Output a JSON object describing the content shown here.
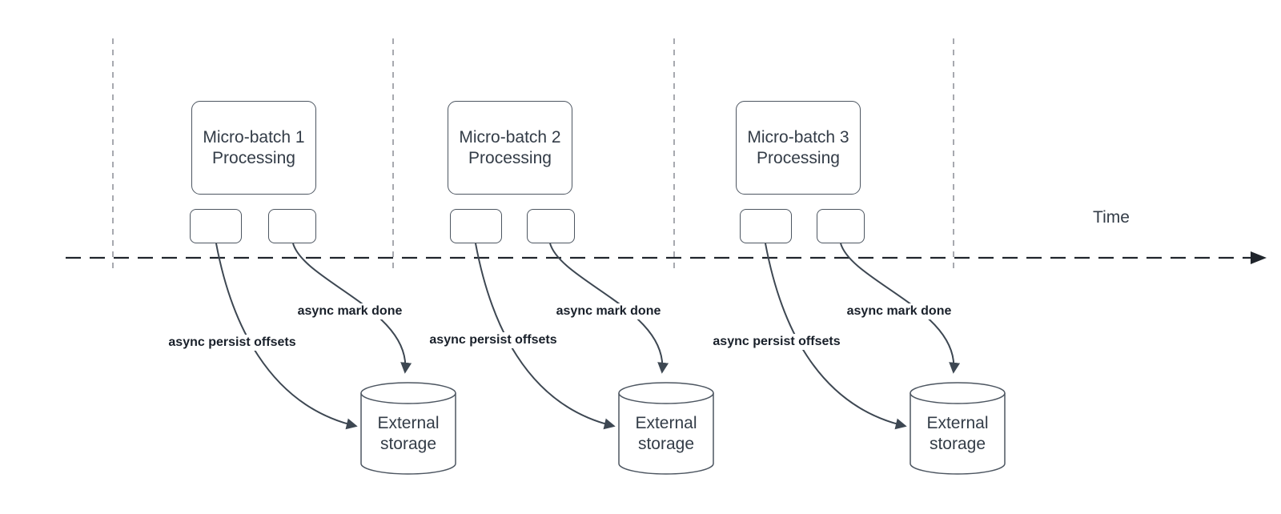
{
  "diagram": {
    "time_label": "Time",
    "colors": {
      "background": "#ffffff",
      "node_stroke": "#4d5661",
      "connector": "#3d4752",
      "axis": "#20252c",
      "boundary": "#a7a9af",
      "node_text": "#333c47",
      "label_text": "#19202a"
    },
    "batches": [
      {
        "box_label": "Micro-batch 1\nProcessing",
        "persist_label": "async persist offsets",
        "done_label": "async mark done",
        "storage_label": "External\nstorage"
      },
      {
        "box_label": "Micro-batch 2\nProcessing",
        "persist_label": "async persist offsets",
        "done_label": "async mark done",
        "storage_label": "External\nstorage"
      },
      {
        "box_label": "Micro-batch 3\nProcessing",
        "persist_label": "async persist offsets",
        "done_label": "async mark done",
        "storage_label": "External\nstorage"
      }
    ]
  }
}
